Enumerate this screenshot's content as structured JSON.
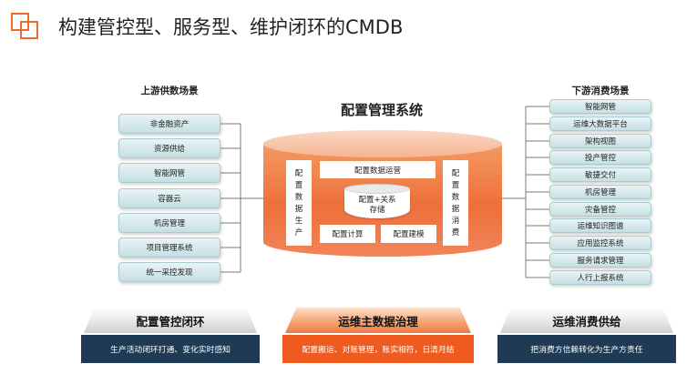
{
  "title": "构建管控型、服务型、维护闭环的CMDB",
  "colors": {
    "accent": "#ef6a2c",
    "dark_panel": "#1f3a55",
    "orange_panel": "#ef5a1e",
    "item_fill": "#d5e9ec"
  },
  "upstream": {
    "title": "上游供数场景",
    "items": [
      "非金融资产",
      "资源供给",
      "智能网管",
      "容器云",
      "机房管理",
      "项目管理系统",
      "统一采控发现"
    ]
  },
  "downstream": {
    "title": "下游消费场景",
    "items": [
      "智能网管",
      "运维大数据平台",
      "架构视图",
      "投产管控",
      "敏捷交付",
      "机房管理",
      "灾备管控",
      "运维知识图谱",
      "应用监控系统",
      "服务请求管理",
      "人行上报系统"
    ]
  },
  "center": {
    "title": "配置管理系统",
    "production": "配置数据生产",
    "operation": "配置数据运营",
    "storage": "配置+关系存储",
    "compute": "配置计算",
    "modeling": "配置建模",
    "consumption": "配置数据消费"
  },
  "panels": [
    {
      "title": "配置管控闭环",
      "desc": "生产活动闭环打通、变化实时感知"
    },
    {
      "title": "运维主数据治理",
      "desc": "配置搬运、对账管理，账实相符，日清月结"
    },
    {
      "title": "运维消费供给",
      "desc": "把消费方信赖转化为生产方责任"
    }
  ]
}
